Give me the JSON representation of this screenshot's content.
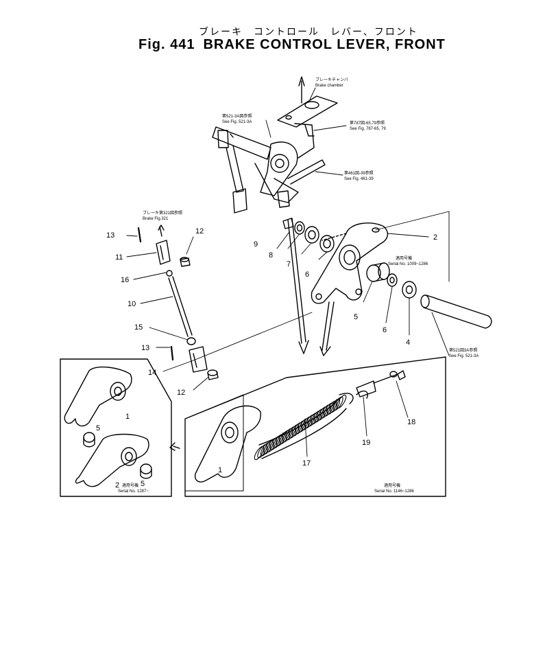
{
  "title": {
    "japanese": "ブレーキ　コントロール　レバー、フロント",
    "fig_label": "Fig. 441",
    "english": "BRAKE CONTROL LEVER, FRONT"
  },
  "callouts": [
    {
      "id": "1"
    },
    {
      "id": "2"
    },
    {
      "id": "4"
    },
    {
      "id": "5"
    },
    {
      "id": "6"
    },
    {
      "id": "7"
    },
    {
      "id": "8"
    },
    {
      "id": "9"
    },
    {
      "id": "10"
    },
    {
      "id": "11"
    },
    {
      "id": "12"
    },
    {
      "id": "13"
    },
    {
      "id": "14"
    },
    {
      "id": "15"
    },
    {
      "id": "16"
    },
    {
      "id": "17"
    },
    {
      "id": "18"
    },
    {
      "id": "19"
    }
  ],
  "notes": {
    "brake_chamber_jp": "ブレーキチャンバ",
    "brake_chamber_en": "Brake chamber",
    "fig521_jp": "第521-3A図参照",
    "fig521_en": "See Fig. 521-3A",
    "fig787_jp": "第787図-65,79参照",
    "fig787_en": "See Fig. 787-65, 79",
    "fig461_jp": "第461図-39参照",
    "fig461_en": "See Fig. 461-39",
    "fig321_jp": "ブレーキ第321図参照",
    "fig321_en": "Brake Fig.321",
    "serial_1_jp": "適用号機",
    "serial_1_en": "Serial No. 1009~1286",
    "fig521b_jp": "第521図3A参照",
    "fig521b_en": "See Fig. 521-3A",
    "serial_2_jp": "適用号機",
    "serial_2_en": "Serial No. 1287~",
    "serial_3_jp": "適用号機",
    "serial_3_en": "Serial No. 1146~1286"
  }
}
